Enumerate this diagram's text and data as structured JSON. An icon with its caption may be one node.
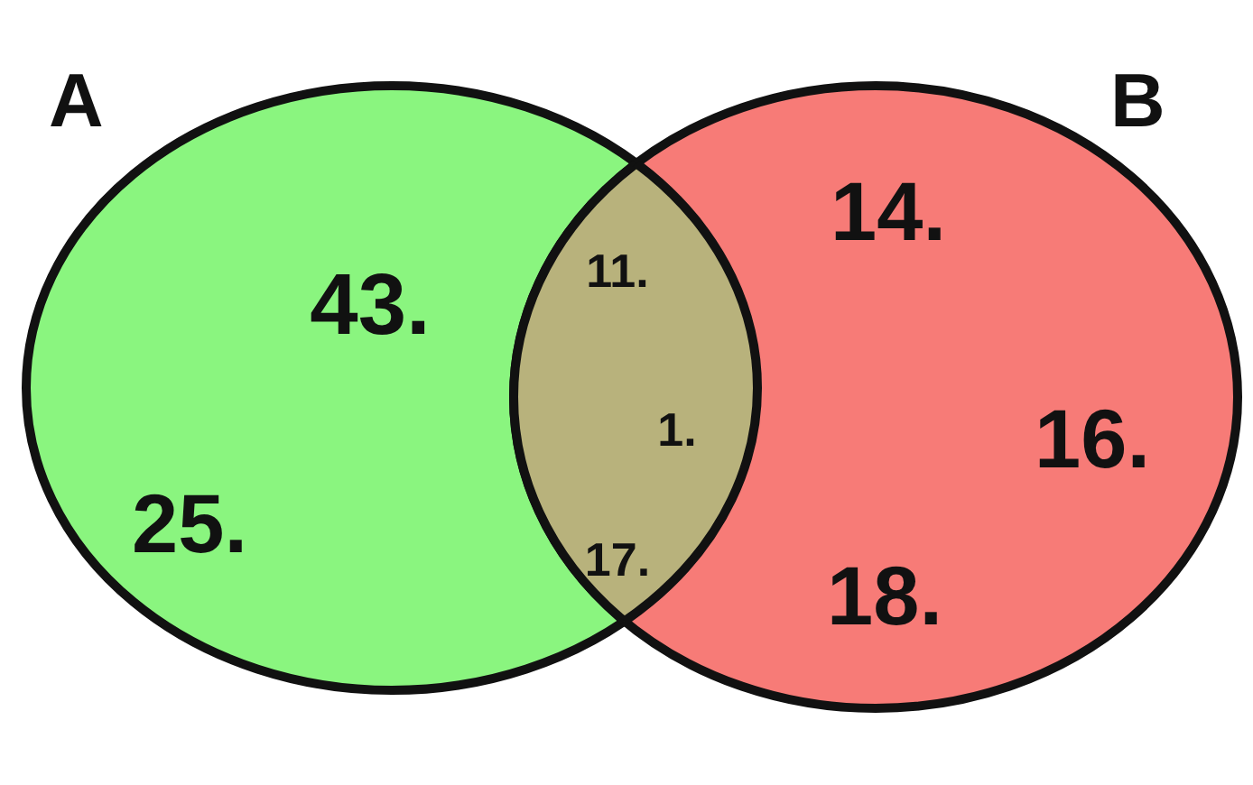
{
  "diagram": {
    "nodes": [
      {
        "text": [
          "A"
        ]
      },
      {
        "text": [
          "B"
        ]
      }
    ],
    "labels": [
      "14.",
      "43.",
      "11.",
      "16.",
      "1.",
      "25.",
      "17.",
      "18."
    ]
  }
}
